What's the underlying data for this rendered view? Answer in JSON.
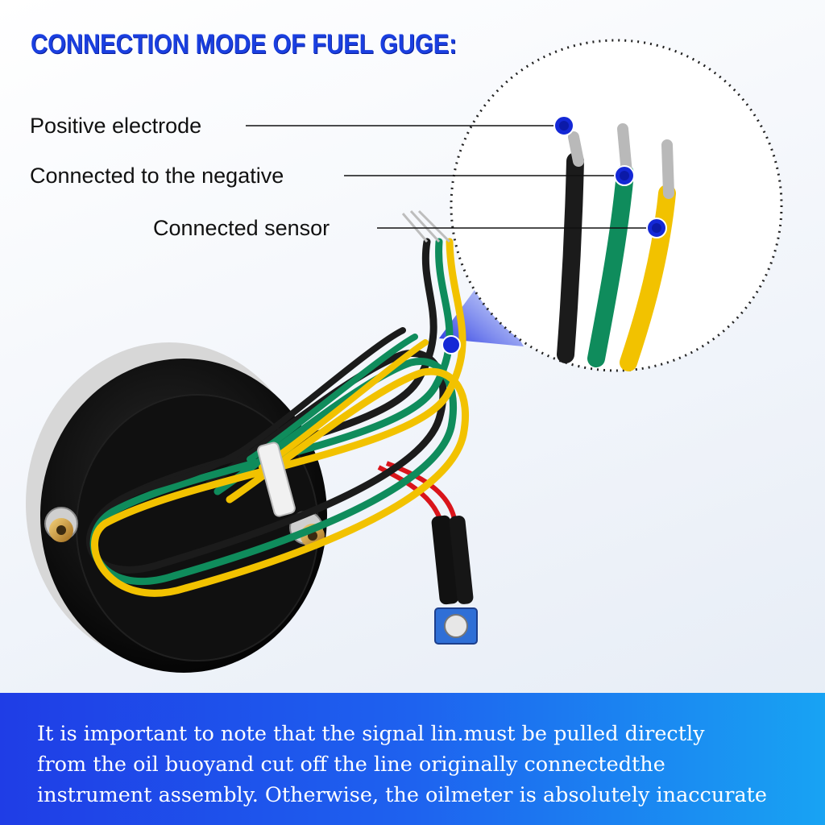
{
  "title": "CONNECTION MODE OF FUEL GUGE:",
  "labels": {
    "positive": "Positive electrode",
    "negative": "Connected to the negative",
    "sensor": "Connected sensor"
  },
  "note": {
    "line1": "It is important to note that the signal lin.must be pulled directly",
    "line2": "from the oil buoyand cut off the line originally connectedthe",
    "line3": "instrument assembly. Otherwise, the oilmeter is absolutely inaccurate"
  },
  "colors": {
    "title": "#1a3fe0",
    "band_start": "#1f3de6",
    "band_end": "#18a3f3",
    "wire_black": "#1b1b1b",
    "wire_green": "#0f8c5c",
    "wire_yellow": "#f2c200",
    "wire_red": "#d9141b",
    "marker_blue": "#1428d6"
  }
}
